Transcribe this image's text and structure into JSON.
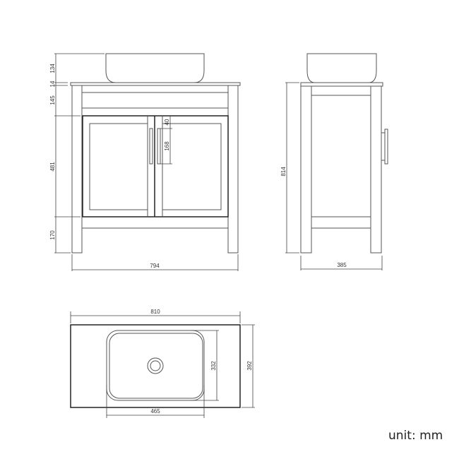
{
  "front_view": {
    "dims": {
      "basin_height": "134",
      "top_thickness": "14",
      "apron": "145",
      "door_height": "481",
      "base": "170",
      "width": "794",
      "handle_offset": "40",
      "handle_length": "168"
    }
  },
  "side_view": {
    "dims": {
      "height": "814",
      "depth": "385"
    }
  },
  "top_view": {
    "dims": {
      "width": "810",
      "depth": "392",
      "basin_depth": "332",
      "basin_width": "465"
    }
  },
  "unit_label": "unit: mm"
}
